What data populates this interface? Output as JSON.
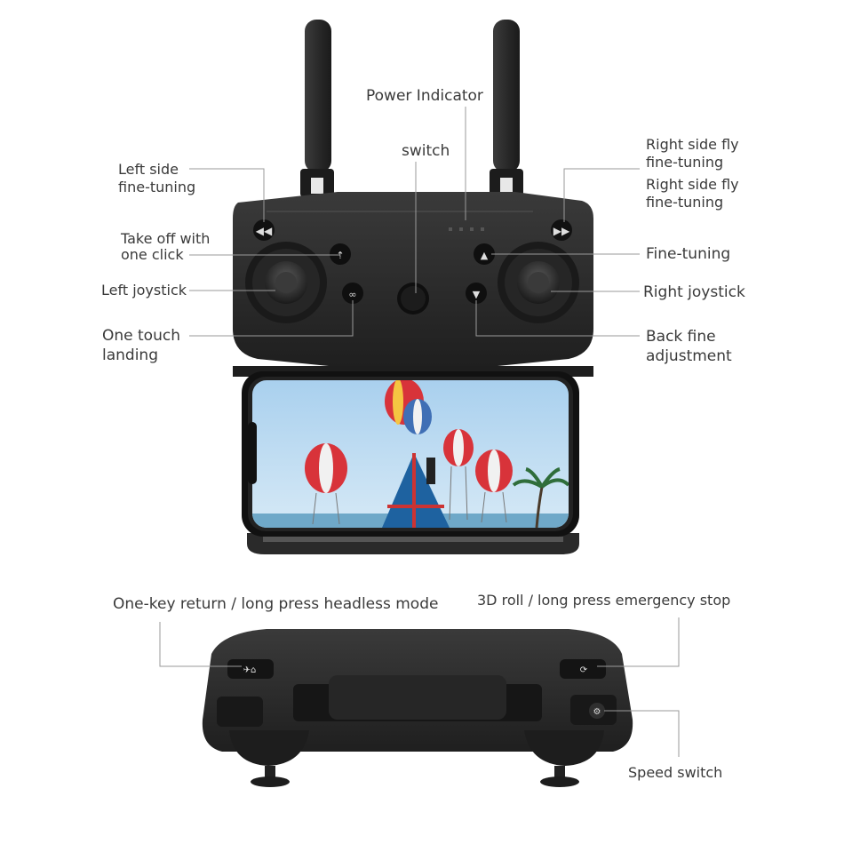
{
  "top_view": {
    "labels": {
      "power_indicator": "Power Indicator",
      "switch": "switch",
      "left_side_fine_tuning": [
        "Left side",
        "fine-tuning"
      ],
      "right_side_fly_1": [
        "Right side fly",
        "fine-tuning"
      ],
      "right_side_fly_2": [
        "Right side fly",
        "fine-tuning"
      ],
      "take_off": [
        "Take off with",
        "one click"
      ],
      "fine_tuning": "Fine-tuning",
      "left_joystick": "Left joystick",
      "right_joystick": "Right joystick",
      "one_touch_landing": [
        "One touch",
        "landing"
      ],
      "back_fine_adjustment": [
        "Back fine",
        "adjustment"
      ]
    }
  },
  "bottom_view": {
    "labels": {
      "one_key_return": "One-key return / long press headless mode",
      "roll_3d": "3D roll / long press emergency stop",
      "speed_switch": "Speed switch"
    }
  },
  "colors": {
    "controller_body": "#2b2b2b",
    "sky": "#b9d8ee",
    "sea": "#6fa8c8",
    "balloon_red": "#d8333a",
    "balloon_blue": "#3f6fb5"
  }
}
